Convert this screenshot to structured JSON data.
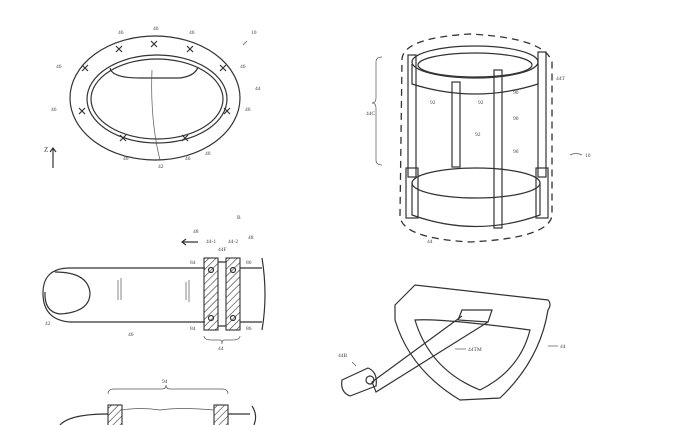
{
  "figures": {
    "fig_top_left": {
      "ref": "10",
      "sensor": "46",
      "band": "44",
      "inner": "40",
      "display": "42",
      "axis": "Z"
    },
    "fig_finger": {
      "ref": "B",
      "direction": "48",
      "part1": "44-1",
      "part2": "44-2",
      "flex": "44F",
      "ref2": "48",
      "band": "44",
      "left_sensor": "84",
      "right_sensor": "86",
      "nail": "42",
      "finger": "46"
    },
    "fig_bottom_left": {
      "span": "94"
    },
    "fig_cylinder": {
      "upper": "44C",
      "top": "44T",
      "gap": "92",
      "post": "90",
      "ref": "10",
      "base": "44",
      "interior": "92"
    },
    "fig_bracket": {
      "ref": "44B",
      "strip": "44TM",
      "body": "44"
    }
  }
}
